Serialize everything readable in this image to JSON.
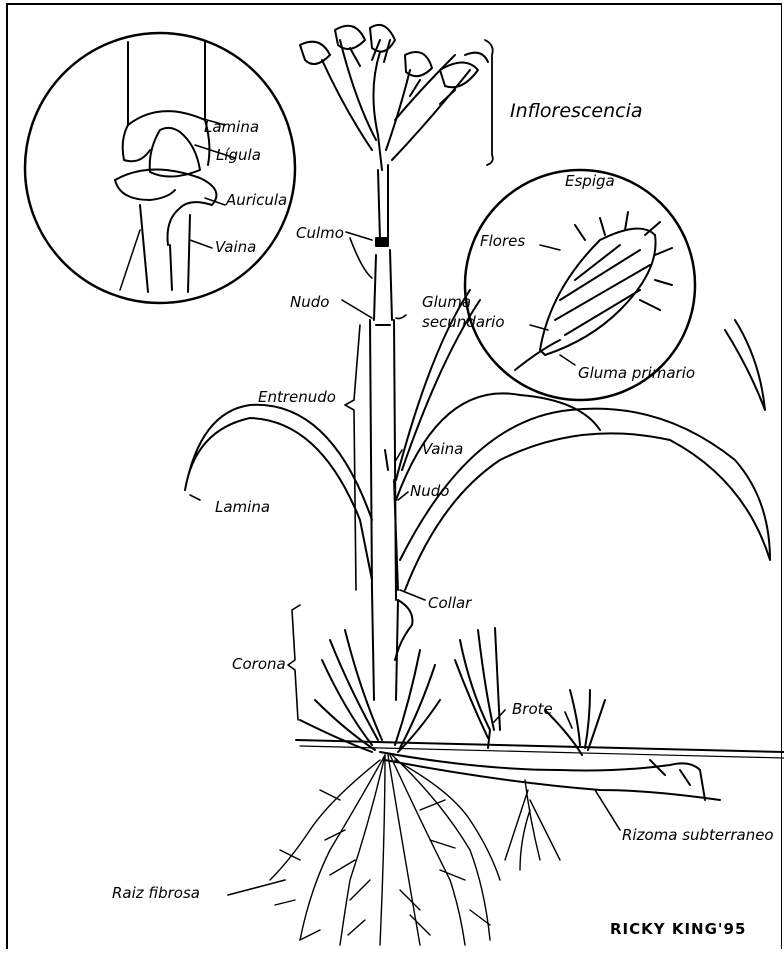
{
  "labels": {
    "lamina_inset": "Lamina",
    "ligula": "Lígula",
    "auricula": "Auricula",
    "vaina_inset": "Vaina",
    "inflorescencia": "Inflorescencia",
    "espiga": "Espiga",
    "flores": "Flores",
    "culmo": "Culmo",
    "nudo_upper": "Nudo",
    "gluma_secundario": "Gluma secundario",
    "gluma_primario": "Gluma primario",
    "entrenudo": "Entrenudo",
    "vaina": "Vaina",
    "nudo_lower": "Nudo",
    "lamina": "Lamina",
    "collar": "Collar",
    "corona": "Corona",
    "brote": "Brote",
    "rizoma": "Rizoma subterraneo",
    "raiz": "Raiz fibrosa",
    "signature": "RICKY KING'95"
  }
}
